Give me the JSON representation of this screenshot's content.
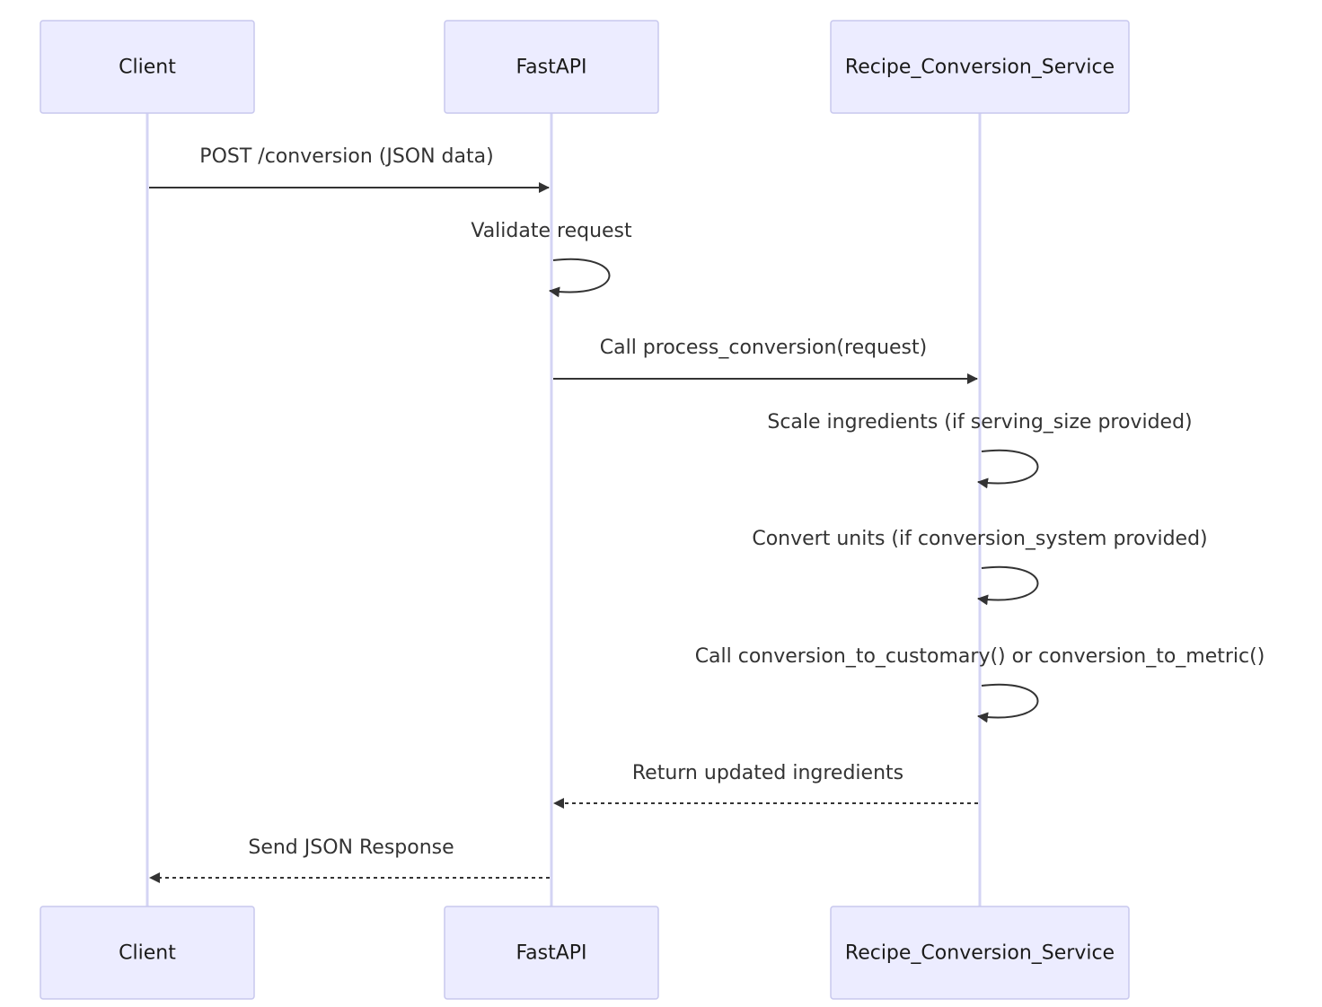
{
  "participants": [
    {
      "id": "client",
      "label": "Client"
    },
    {
      "id": "fastapi",
      "label": "FastAPI"
    },
    {
      "id": "service",
      "label": "Recipe_Conversion_Service"
    }
  ],
  "messages": [
    {
      "from": "client",
      "to": "fastapi",
      "label": "POST /conversion (JSON data)",
      "style": "solid"
    },
    {
      "from": "fastapi",
      "to": "fastapi",
      "label": "Validate request",
      "style": "solid"
    },
    {
      "from": "fastapi",
      "to": "service",
      "label": "Call process_conversion(request)",
      "style": "solid"
    },
    {
      "from": "service",
      "to": "service",
      "label": "Scale ingredients (if serving_size provided)",
      "style": "solid"
    },
    {
      "from": "service",
      "to": "service",
      "label": "Convert units (if conversion_system provided)",
      "style": "solid"
    },
    {
      "from": "service",
      "to": "service",
      "label": "Call conversion_to_customary() or conversion_to_metric()",
      "style": "solid"
    },
    {
      "from": "service",
      "to": "fastapi",
      "label": "Return updated ingredients",
      "style": "dashed"
    },
    {
      "from": "fastapi",
      "to": "client",
      "label": "Send JSON Response",
      "style": "dashed"
    }
  ],
  "colors": {
    "actor_fill": "#ECECFF",
    "actor_border": "#C8C8EE",
    "lifeline": "#D4D4F4",
    "arrow": "#333333"
  }
}
